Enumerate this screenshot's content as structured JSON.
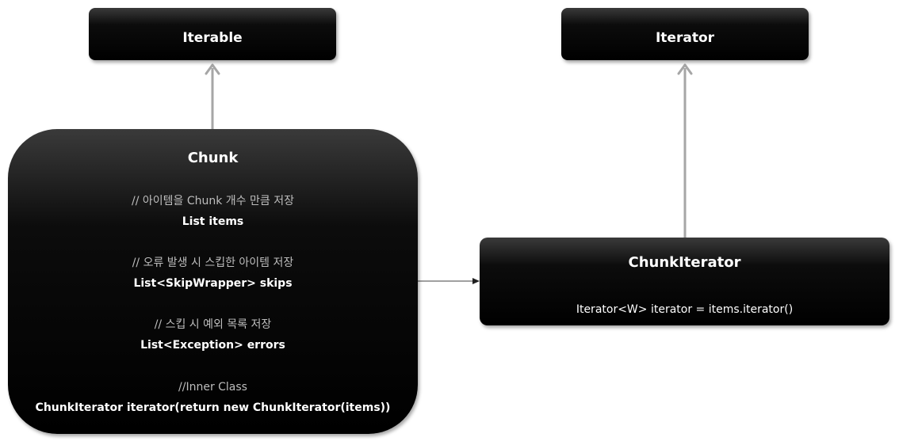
{
  "nodes": {
    "iterable": {
      "title": "Iterable"
    },
    "iterator": {
      "title": "Iterator"
    },
    "chunk": {
      "title": "Chunk",
      "lines": [
        {
          "kind": "comment",
          "text": "// 아이템을 Chunk 개수 만큼 저장"
        },
        {
          "kind": "code",
          "text": "List items"
        },
        {
          "kind": "comment",
          "text": "// 오류 발생 시 스킵한 아이템 저장"
        },
        {
          "kind": "code",
          "text": "List<SkipWrapper> skips"
        },
        {
          "kind": "comment",
          "text": "// 스킵 시 예외 목록 저장"
        },
        {
          "kind": "code",
          "text": "List<Exception> errors"
        },
        {
          "kind": "comment",
          "text": "//Inner Class"
        },
        {
          "kind": "code",
          "text": "ChunkIterator iterator(return new ChunkIterator(items))"
        }
      ]
    },
    "chunk_iterator": {
      "title": "ChunkIterator",
      "field": "Iterator<W> iterator = items.iterator()"
    }
  },
  "colors": {
    "box_fill": "#000000",
    "box_top": "#3a3a3a",
    "comment_text": "#bdbdbd",
    "inheritance_arrow": "#a6a6a6",
    "association_arrow": "#404040"
  }
}
